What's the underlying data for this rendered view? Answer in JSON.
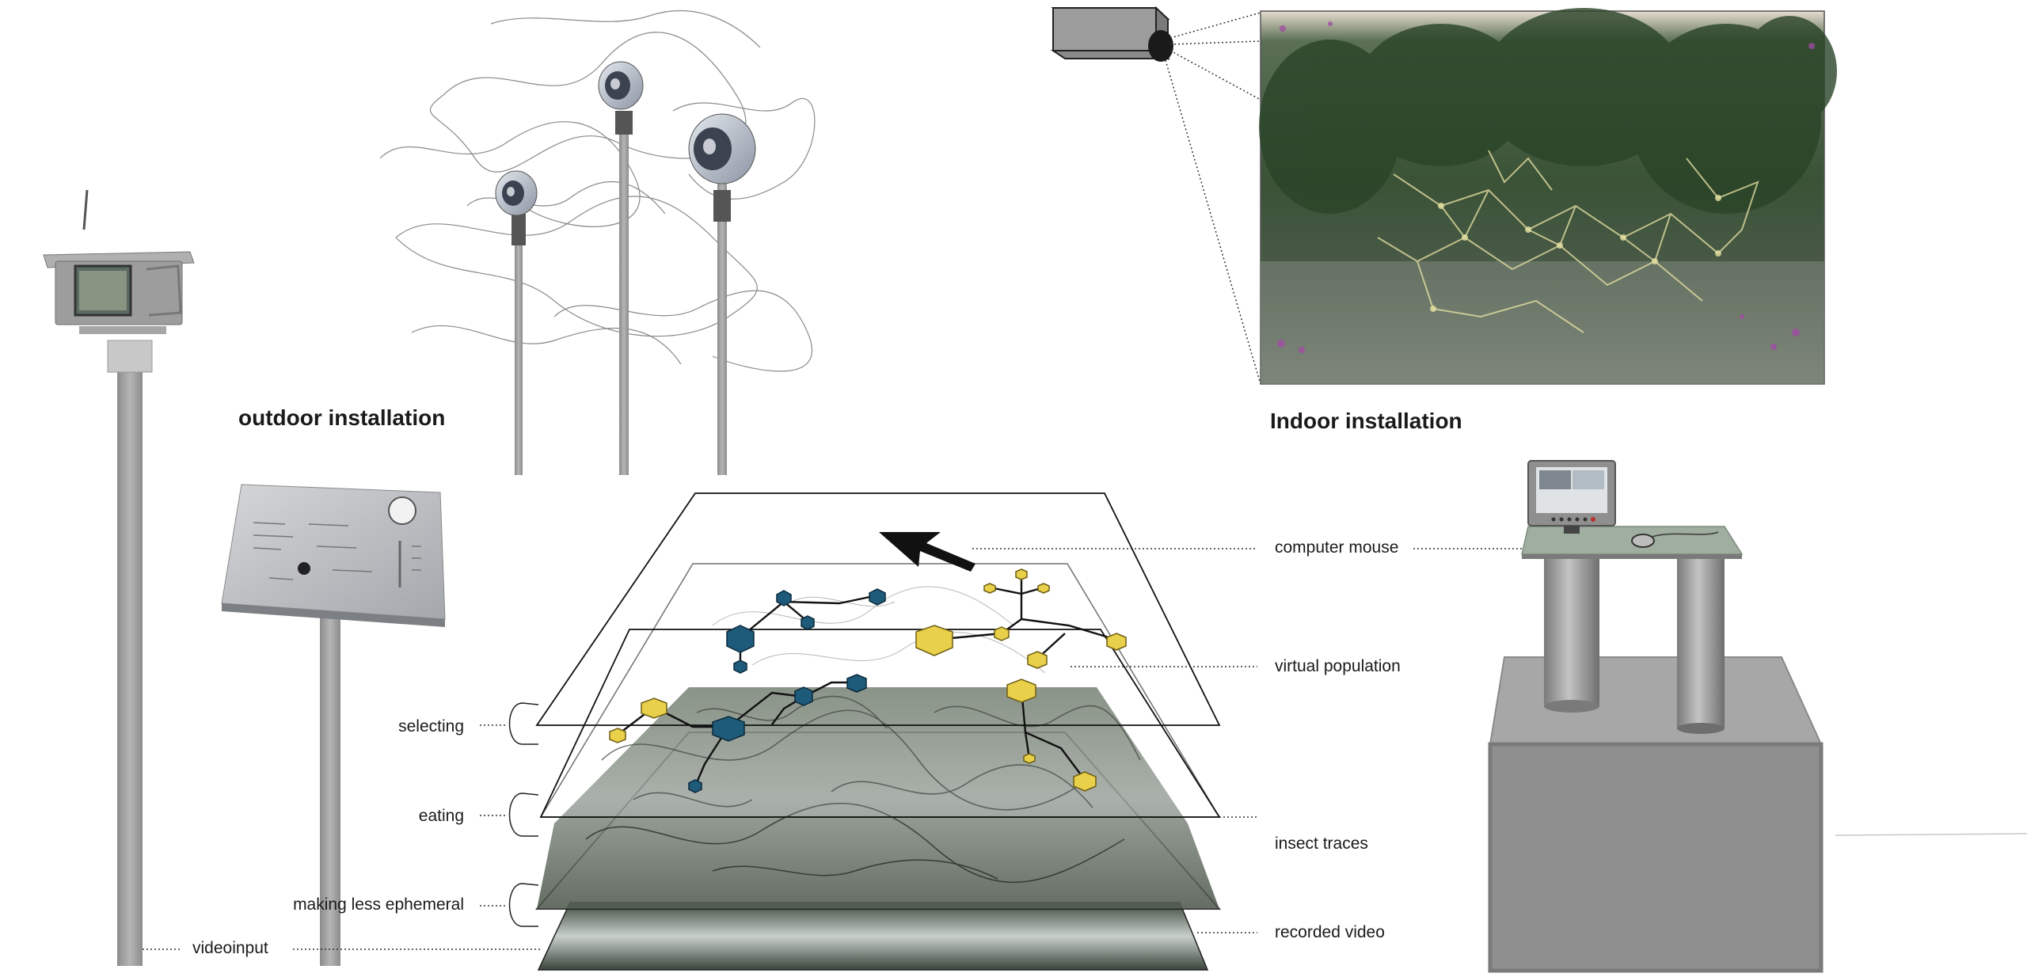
{
  "sections": {
    "outdoor_title": "outdoor installation",
    "indoor_title": "Indoor installation"
  },
  "labels": {
    "left": [
      "selecting",
      "eating",
      "making less ephemeral",
      "videoinput"
    ],
    "right": [
      "computer mouse",
      "virtual population",
      "insect traces",
      "recorded video"
    ]
  },
  "colors": {
    "node_blue": "#1e5a7a",
    "node_yellow": "#e8d04a",
    "pole_gray": "#9a9a9a",
    "pedestal_gray": "#8a8a8a",
    "foliage_green": "#3c5a3a"
  },
  "icons": {
    "arrow": "cursor-arrow-icon",
    "speaker": "loudspeaker-icon",
    "camera": "camera-icon",
    "projector": "projector-icon",
    "monitor": "monitor-icon",
    "mouse": "computer-mouse-icon"
  }
}
